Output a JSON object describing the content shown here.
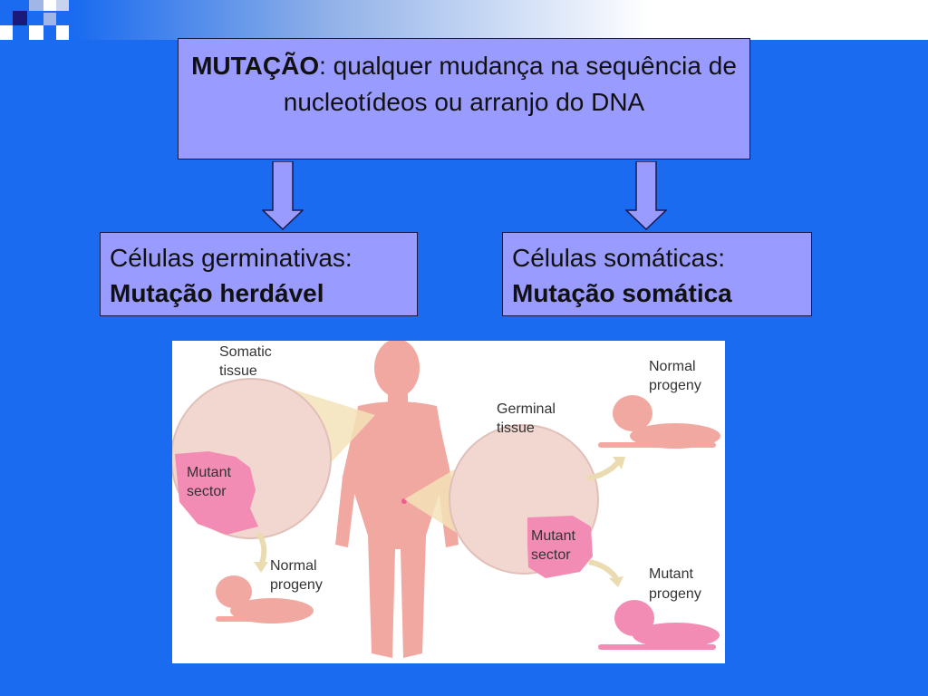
{
  "header": {
    "term": "MUTAÇÃO",
    "definition": ": qualquer mudança na sequência de nucleotídeos ou arranjo do DNA"
  },
  "branches": [
    {
      "line1": "Células germinativas:",
      "line2": "Mutação herdável"
    },
    {
      "line1": "Células somáticas:",
      "line2": "Mutação somática"
    }
  ],
  "figure": {
    "somatic_tissue": [
      "Somatic",
      "tissue"
    ],
    "germinal_tissue": [
      "Germinal",
      "tissue"
    ],
    "mutant_sector_left": [
      "Mutant",
      "sector"
    ],
    "mutant_sector_right": [
      "Mutant",
      "sector"
    ],
    "normal_progeny_left": [
      "Normal",
      "progeny"
    ],
    "normal_progeny_right": [
      "Normal",
      "progeny"
    ],
    "mutant_progeny": [
      "Mutant",
      "progeny"
    ]
  },
  "colors": {
    "background": "#1a6bf0",
    "box_fill": "#9a9bff",
    "skin": "#f0a8a0",
    "mutant_pink": "#f28cb4"
  }
}
